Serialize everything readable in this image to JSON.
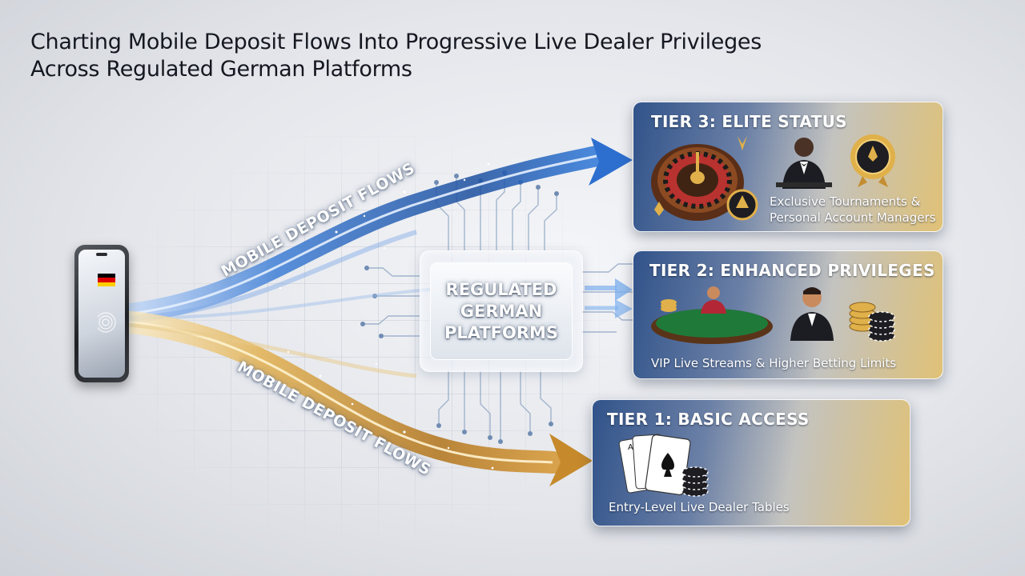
{
  "title": {
    "line1": "Charting Mobile Deposit Flows Into Progressive Live Dealer Privileges",
    "line2": "Across Regulated German Platforms"
  },
  "flows": {
    "top_label": "MOBILE DEPOSIT FLOWS",
    "bottom_label": "MOBILE DEPOSIT FLOWS"
  },
  "phone": {
    "flag_colors": [
      "#000000",
      "#dd0000",
      "#ffce00"
    ]
  },
  "hub": {
    "line1": "REGULATED",
    "line2": "GERMAN",
    "line3": "PLATFORMS"
  },
  "tiers": {
    "tier3": {
      "title": "TIER 3: ELITE STATUS",
      "desc_line1": "Exclusive Tournaments &",
      "desc_line2": "Personal Account Managers",
      "icons": [
        "roulette-wheel-icon",
        "dealer-icon",
        "vip-badge-icon"
      ]
    },
    "tier2": {
      "title": "TIER 2: ENHANCED PRIVILEGES",
      "desc": "VIP Live Streams & Higher Betting Limits",
      "icons": [
        "blackjack-table-icon",
        "dealer-icon",
        "chip-stack-icon"
      ]
    },
    "tier1": {
      "title": "TIER 1: BASIC ACCESS",
      "desc": "Entry-Level Live Dealer Tables",
      "icons": [
        "playing-cards-icon",
        "chip-stack-icon"
      ]
    }
  },
  "colors": {
    "blue_flow": "#2f6fd0",
    "gold_flow": "#d9a53a",
    "accent_gold": "#e0b04a"
  }
}
